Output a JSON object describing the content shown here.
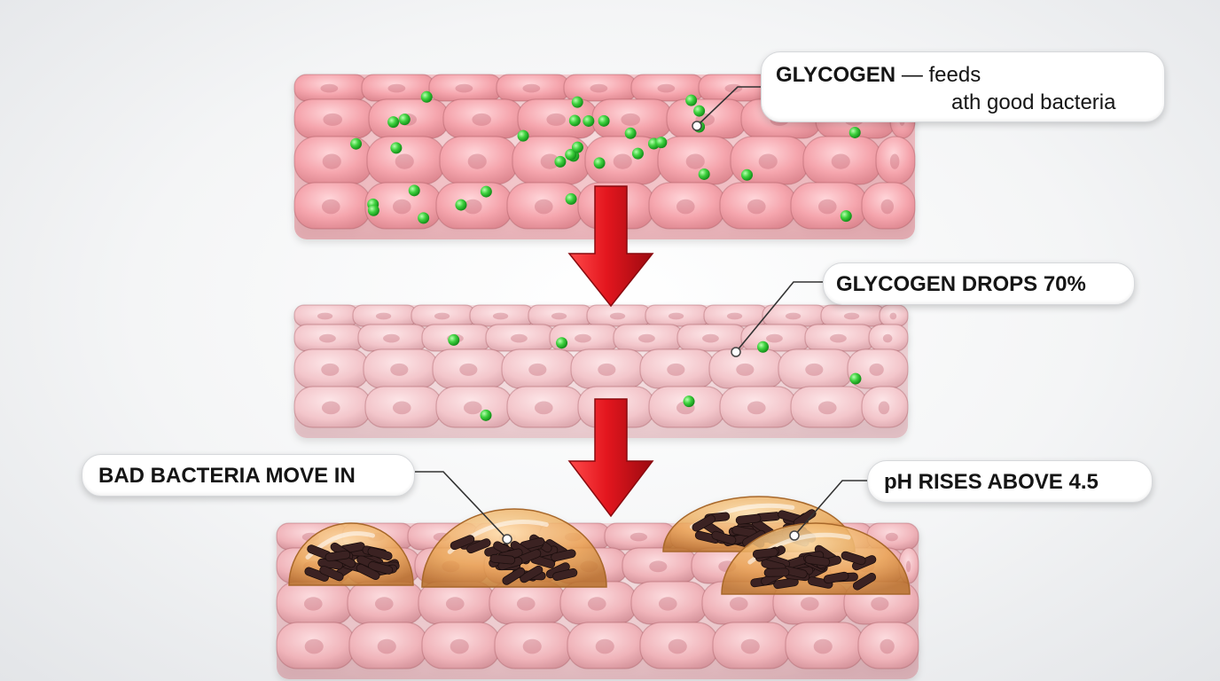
{
  "labels": {
    "glycogen_title": "GLYCOGEN",
    "glycogen_desc_line1": "— feeds",
    "glycogen_desc_line2": "ath good bacteria",
    "glycogen_drop": "GLYCOGEN DROPS 70%",
    "bad_bacteria": "BAD BACTERIA MOVE IN",
    "ph_rise": "pH RISES ABOVE 4.5"
  },
  "colors": {
    "healthy_cell": "#f4a3aa",
    "depleted_cell": "#f2c3c8",
    "glycogen_dot": "#3fd23f",
    "arrow": "#d8141c",
    "biofilm": "#e5a04a",
    "bacteria": "#3a2322"
  },
  "icons": [
    "down-arrow-icon",
    "down-arrow-icon"
  ]
}
